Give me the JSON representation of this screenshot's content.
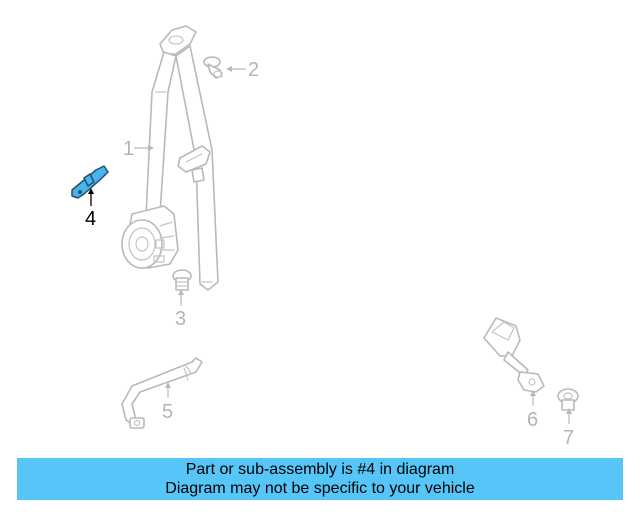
{
  "callouts": {
    "c1": "1",
    "c2": "2",
    "c3": "3",
    "c4": "4",
    "c5": "5",
    "c6": "6",
    "c7": "7"
  },
  "highlighted_part": "4",
  "colors": {
    "highlight_fill": "#45b5f0",
    "banner_bg": "#56c5f7",
    "line_gray": "#b9b9b9"
  },
  "banner": {
    "line1": "Part or sub-assembly is #4 in diagram",
    "line2": "Diagram may not be specific to your vehicle"
  }
}
